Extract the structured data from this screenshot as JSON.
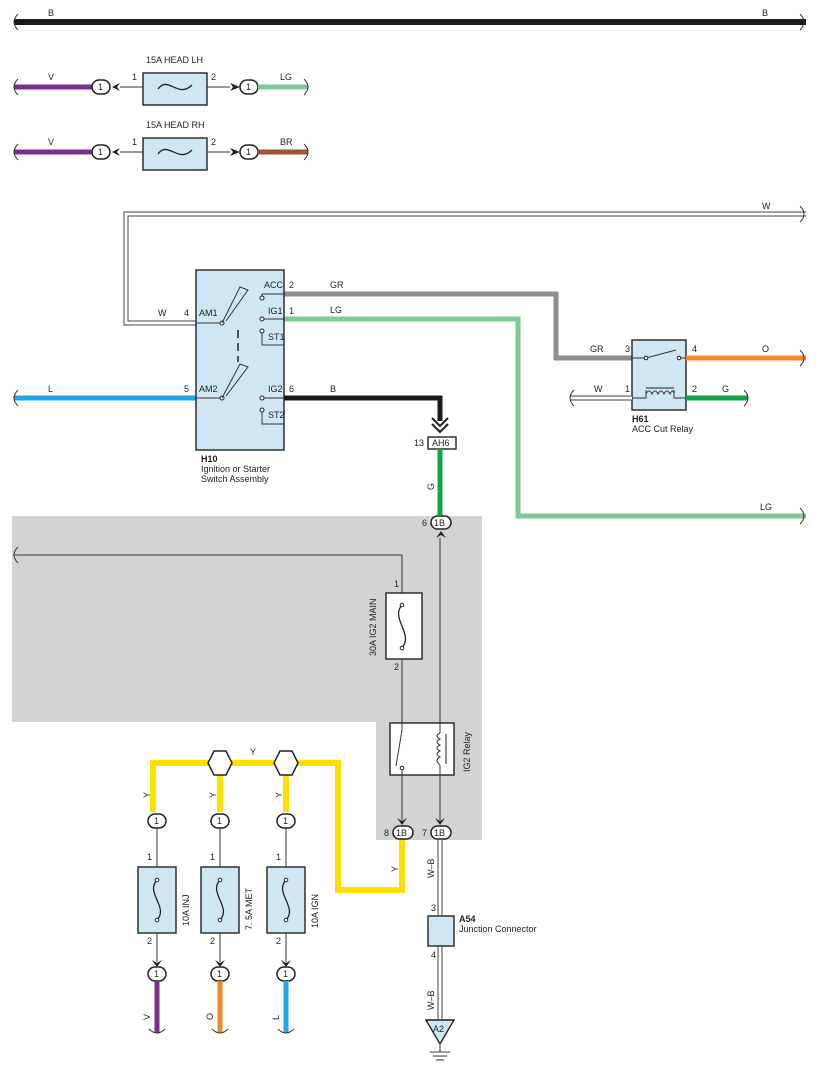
{
  "colors": {
    "B": "#1a1a1a",
    "V": "#7b2d8e",
    "LG": "#7ecb99",
    "BR": "#9c5530",
    "W": "#ffffff",
    "GR": "#8e8e8e",
    "L": "#1fa9e6",
    "O": "#f08a24",
    "G": "#12a44a",
    "Y": "#ffe000",
    "shade": "#d3d3d5",
    "component": "#cfe7f3"
  },
  "wires": {
    "top_b_left": "B",
    "top_b_right": "B",
    "head_lh_in": "V",
    "head_lh_out": "LG",
    "head_rh_in": "V",
    "head_rh_out": "BR",
    "w_top": "W",
    "w_left": "W",
    "gr_mid": "GR",
    "gr_relay": "GR",
    "lg_mid": "LG",
    "lg_right": "LG",
    "l_left": "L",
    "b_mid": "B",
    "o_relay": "O",
    "w_relay": "W",
    "g_relay": "G",
    "g_vertical": "G",
    "y_junction": "Y",
    "y_inj": "Y",
    "y_met": "Y",
    "y_ign": "Y",
    "y_relay": "Y",
    "wb_upper": "W–B",
    "wb_lower": "W–B",
    "v_bottom": "V",
    "o_bottom": "O",
    "l_bottom": "L"
  },
  "fuses": {
    "head_lh": "15A HEAD LH",
    "head_rh": "15A HEAD RH",
    "ig2_main": "30A IG2 MAIN",
    "inj": "10A INJ",
    "met": "7. 5A MET",
    "ign": "10A IGN"
  },
  "pins": {
    "one": "1",
    "two": "2",
    "three": "3",
    "four": "4",
    "five": "5",
    "six": "6",
    "seven": "7",
    "eight": "8",
    "thirteen": "13"
  },
  "switch": {
    "id": "H10",
    "name_line1": "Ignition or Starter",
    "name_line2": "Switch Assembly",
    "am1": "AM1",
    "am2": "AM2",
    "acc": "ACC",
    "ig1": "IG1",
    "st1": "ST1",
    "ig2": "IG2",
    "st2": "ST2"
  },
  "acc_relay": {
    "id": "H61",
    "name": "ACC Cut Relay"
  },
  "ig2_relay": {
    "name": "IG2 Relay"
  },
  "connectors": {
    "ah6": "AH6",
    "c1b": "1B",
    "c1": "1",
    "a2": "A2"
  },
  "junction": {
    "id": "A54",
    "name": "Junction Connector"
  }
}
